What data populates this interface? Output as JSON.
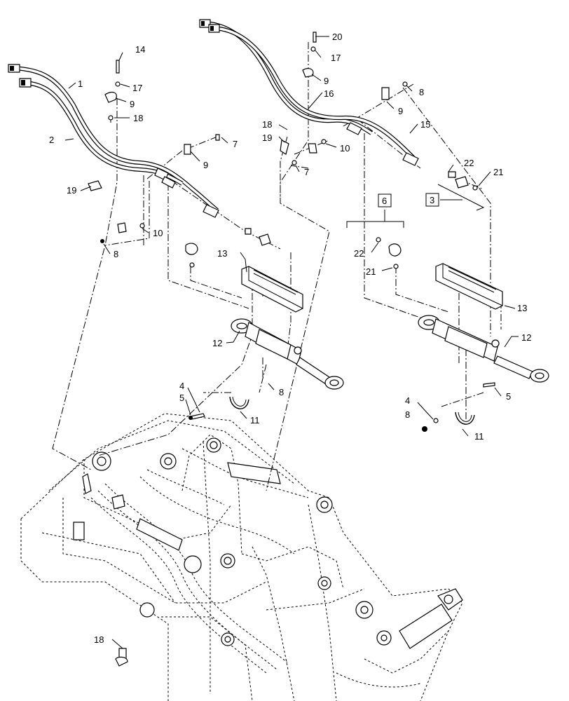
{
  "callouts": {
    "c1": "1",
    "c2": "2",
    "c3": "3",
    "c4a": "4",
    "c4b": "4",
    "c5a": "5",
    "c5b": "5",
    "c6": "6",
    "c7a": "7",
    "c7b": "7",
    "c8a": "8",
    "c8b": "8",
    "c8c": "8",
    "c8d": "8",
    "c9a": "9",
    "c9b": "9",
    "c9c": "9",
    "c9d": "9",
    "c10a": "10",
    "c10b": "10",
    "c11a": "11",
    "c11b": "11",
    "c12a": "12",
    "c12b": "12",
    "c13a": "13",
    "c13b": "13",
    "c14": "14",
    "c15": "15",
    "c16": "16",
    "c17a": "17",
    "c17b": "17",
    "c18a": "18",
    "c18b": "18",
    "c18c": "18",
    "c19a": "19",
    "c19b": "19",
    "c20": "20",
    "c21a": "21",
    "c21b": "21",
    "c22a": "22",
    "c22b": "22"
  }
}
